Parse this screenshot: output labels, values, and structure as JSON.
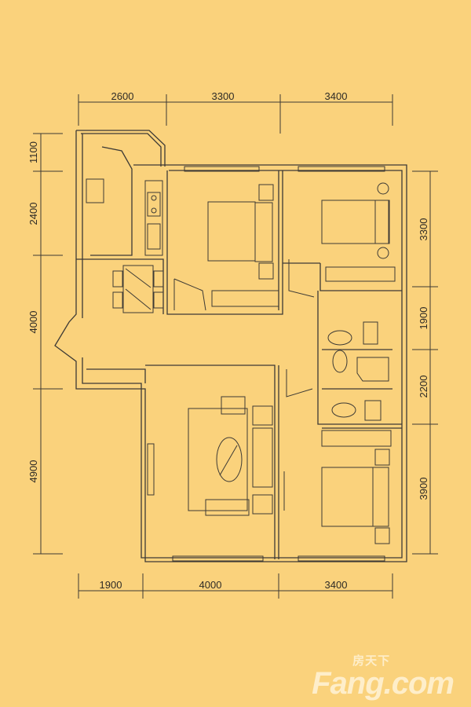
{
  "dimensions": {
    "top": [
      "2600",
      "3300",
      "3400"
    ],
    "bottom": [
      "1900",
      "4000",
      "3400"
    ],
    "left": [
      "1100",
      "2400",
      "4000",
      "4900"
    ],
    "right": [
      "3300",
      "1900",
      "2200",
      "3900"
    ]
  },
  "watermark": {
    "chinese": "房天下",
    "brand": "Fang.com"
  },
  "colors": {
    "background": "#fad27c",
    "line": "#3d3a35"
  }
}
